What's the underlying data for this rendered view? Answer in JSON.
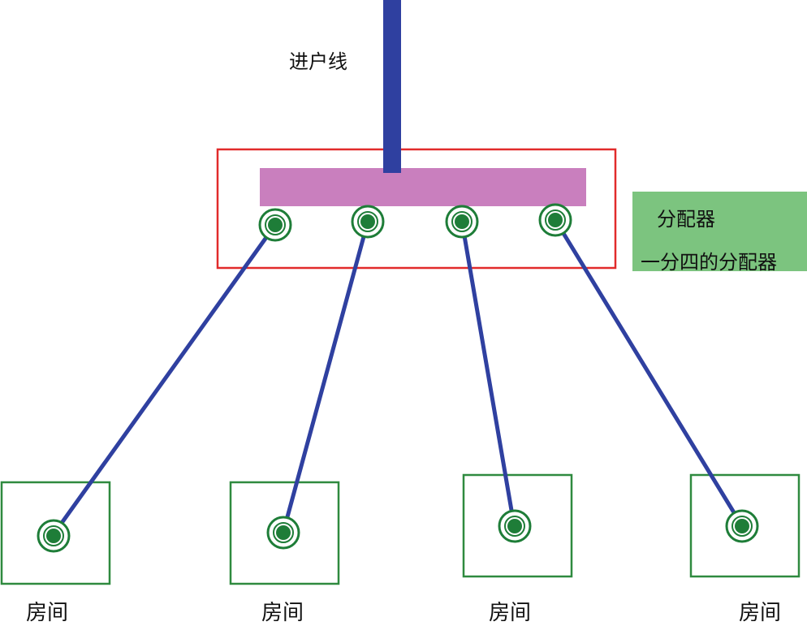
{
  "labels": {
    "incoming_line": "进户线",
    "splitter": "分配器",
    "splitter_desc": "一分四的分配器"
  },
  "rooms": [
    {
      "label": "房间"
    },
    {
      "label": "房间"
    },
    {
      "label": "房间"
    },
    {
      "label": "房间"
    }
  ],
  "colors": {
    "cable": "#2f40a0",
    "splitter_frame": "#e12b2b",
    "splitter_bar": "#c97fbe",
    "port_ring": "#1e7d38",
    "room_frame": "#2f8a3f",
    "legend_fill": "#7cc47f"
  }
}
